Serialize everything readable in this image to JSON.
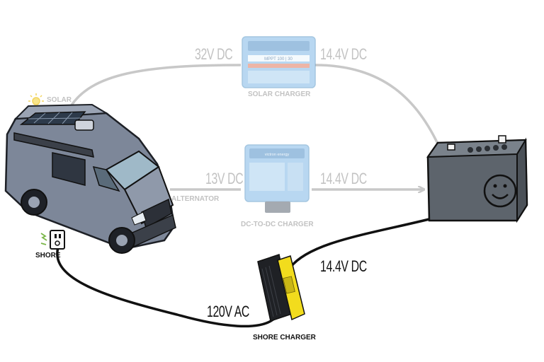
{
  "labels": {
    "solar": "SOLAR",
    "alternator": "ALTERNATOR",
    "shore": "SHORE",
    "solar_charger": "SOLAR CHARGER",
    "dc_to_dc_charger": "DC-TO-DC CHARGER",
    "shore_charger": "SHORE CHARGER"
  },
  "voltages": {
    "solar_in": "32V DC",
    "solar_out": "14.4V DC",
    "alternator_in": "13V DC",
    "alternator_out": "14.4V DC",
    "shore_in": "120V AC",
    "shore_out": "14.4V DC"
  },
  "devices": {
    "solar_charger_text": "MPPT 100 | 30",
    "dc_charger_brand": "victron energy"
  },
  "colors": {
    "faded_line": "#c8c8c8",
    "active_line": "#111111",
    "van_body": "#7d8799",
    "battery_body": "#5d646c",
    "victron_blue": "#7fb8e6",
    "shore_charger_yellow": "#f2dc1d"
  }
}
